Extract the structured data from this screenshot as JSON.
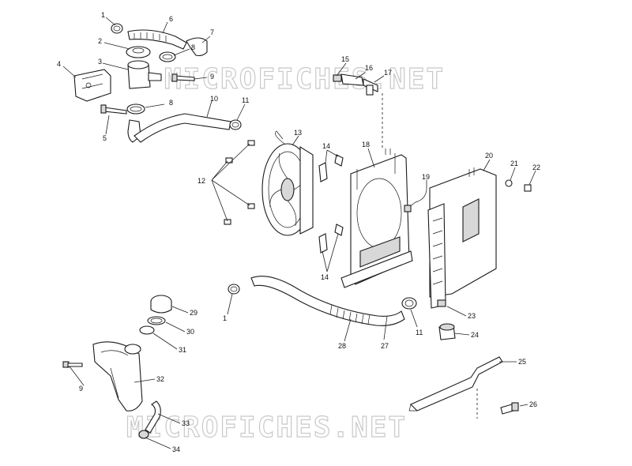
{
  "callouts": {
    "c1a": "1",
    "c6": "6",
    "c7": "7",
    "c2": "2",
    "c8a": "8",
    "c3": "3",
    "c9a": "9",
    "c4": "4",
    "c8b": "8",
    "c10": "10",
    "c11a": "11",
    "c5": "5",
    "c15": "15",
    "c16": "16",
    "c17": "17",
    "c13": "13",
    "c14a": "14",
    "c18": "18",
    "c20": "20",
    "c21": "21",
    "c22": "22",
    "c12": "12",
    "c19": "19",
    "c14b": "14",
    "c1b": "1",
    "c29": "29",
    "c30": "30",
    "c31": "31",
    "c9b": "9",
    "c32": "32",
    "c28": "28",
    "c27": "27",
    "c11b": "11",
    "c23": "23",
    "c24": "24",
    "c25": "25",
    "c26": "26",
    "c33": "33",
    "c34": "34"
  },
  "watermark": {
    "top": "MICROFICHES.NET",
    "bottom": "MICROFICHES.NET"
  }
}
